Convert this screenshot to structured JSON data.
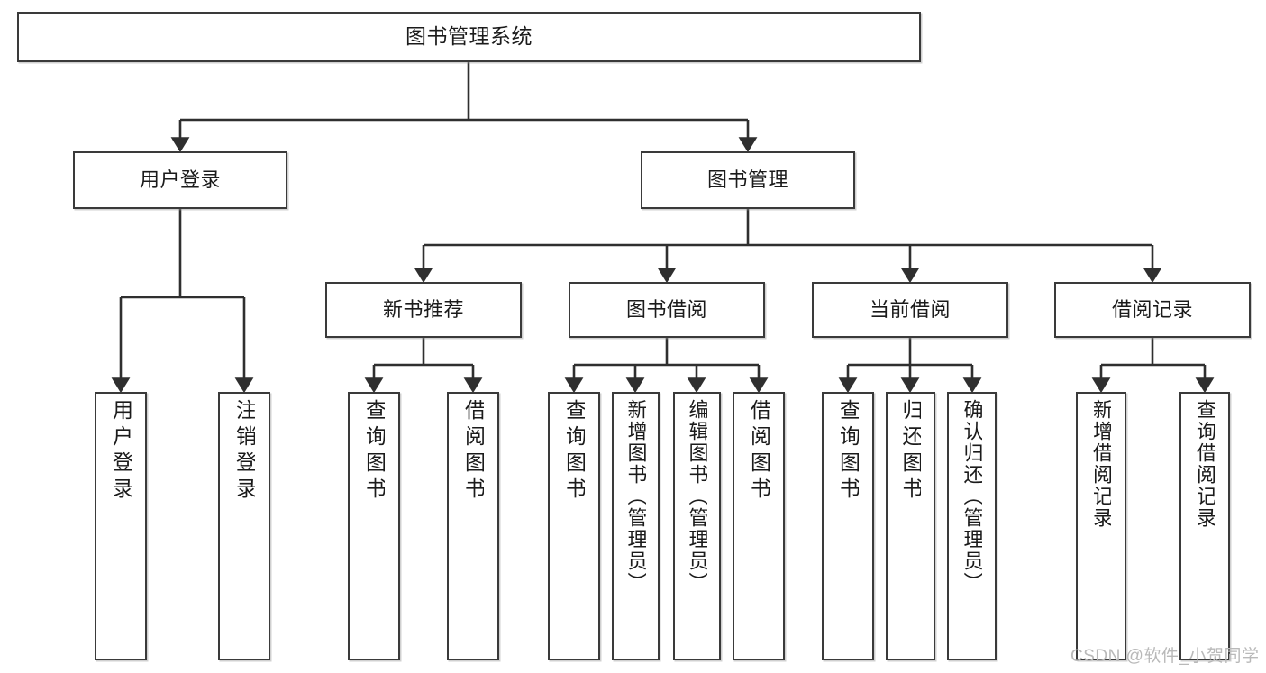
{
  "diagram": {
    "title": "图书管理系统",
    "type": "tree-structure-chart",
    "watermark": "CSDN @软件_小贺同学",
    "colors": {
      "box_border": "#3a3a3a",
      "box_fill": "#ffffff",
      "connector": "#2f2f2f",
      "text": "#1b1b1b",
      "watermark": "#b9b9b9"
    }
  },
  "nodes": {
    "root": {
      "label": "图书管理系统"
    },
    "level2": [
      {
        "label": "用户登录"
      },
      {
        "label": "图书管理"
      }
    ],
    "level3": [
      {
        "label": "新书推荐"
      },
      {
        "label": "图书借阅"
      },
      {
        "label": "当前借阅"
      },
      {
        "label": "借阅记录"
      }
    ],
    "leaves": {
      "user_login": [
        {
          "label": "用户登录"
        },
        {
          "label": "注销登录"
        }
      ],
      "new_book": [
        {
          "label": "查询图书"
        },
        {
          "label": "借阅图书"
        }
      ],
      "book_borrow": [
        {
          "label": "查询图书"
        },
        {
          "label": "新增图书（管理员）"
        },
        {
          "label": "编辑图书（管理员）"
        },
        {
          "label": "借阅图书"
        }
      ],
      "current_borrow": [
        {
          "label": "查询图书"
        },
        {
          "label": "归还图书"
        },
        {
          "label": "确认归还（管理员）"
        }
      ],
      "borrow_record": [
        {
          "label": "新增借阅记录"
        },
        {
          "label": "查询借阅记录"
        }
      ]
    }
  }
}
